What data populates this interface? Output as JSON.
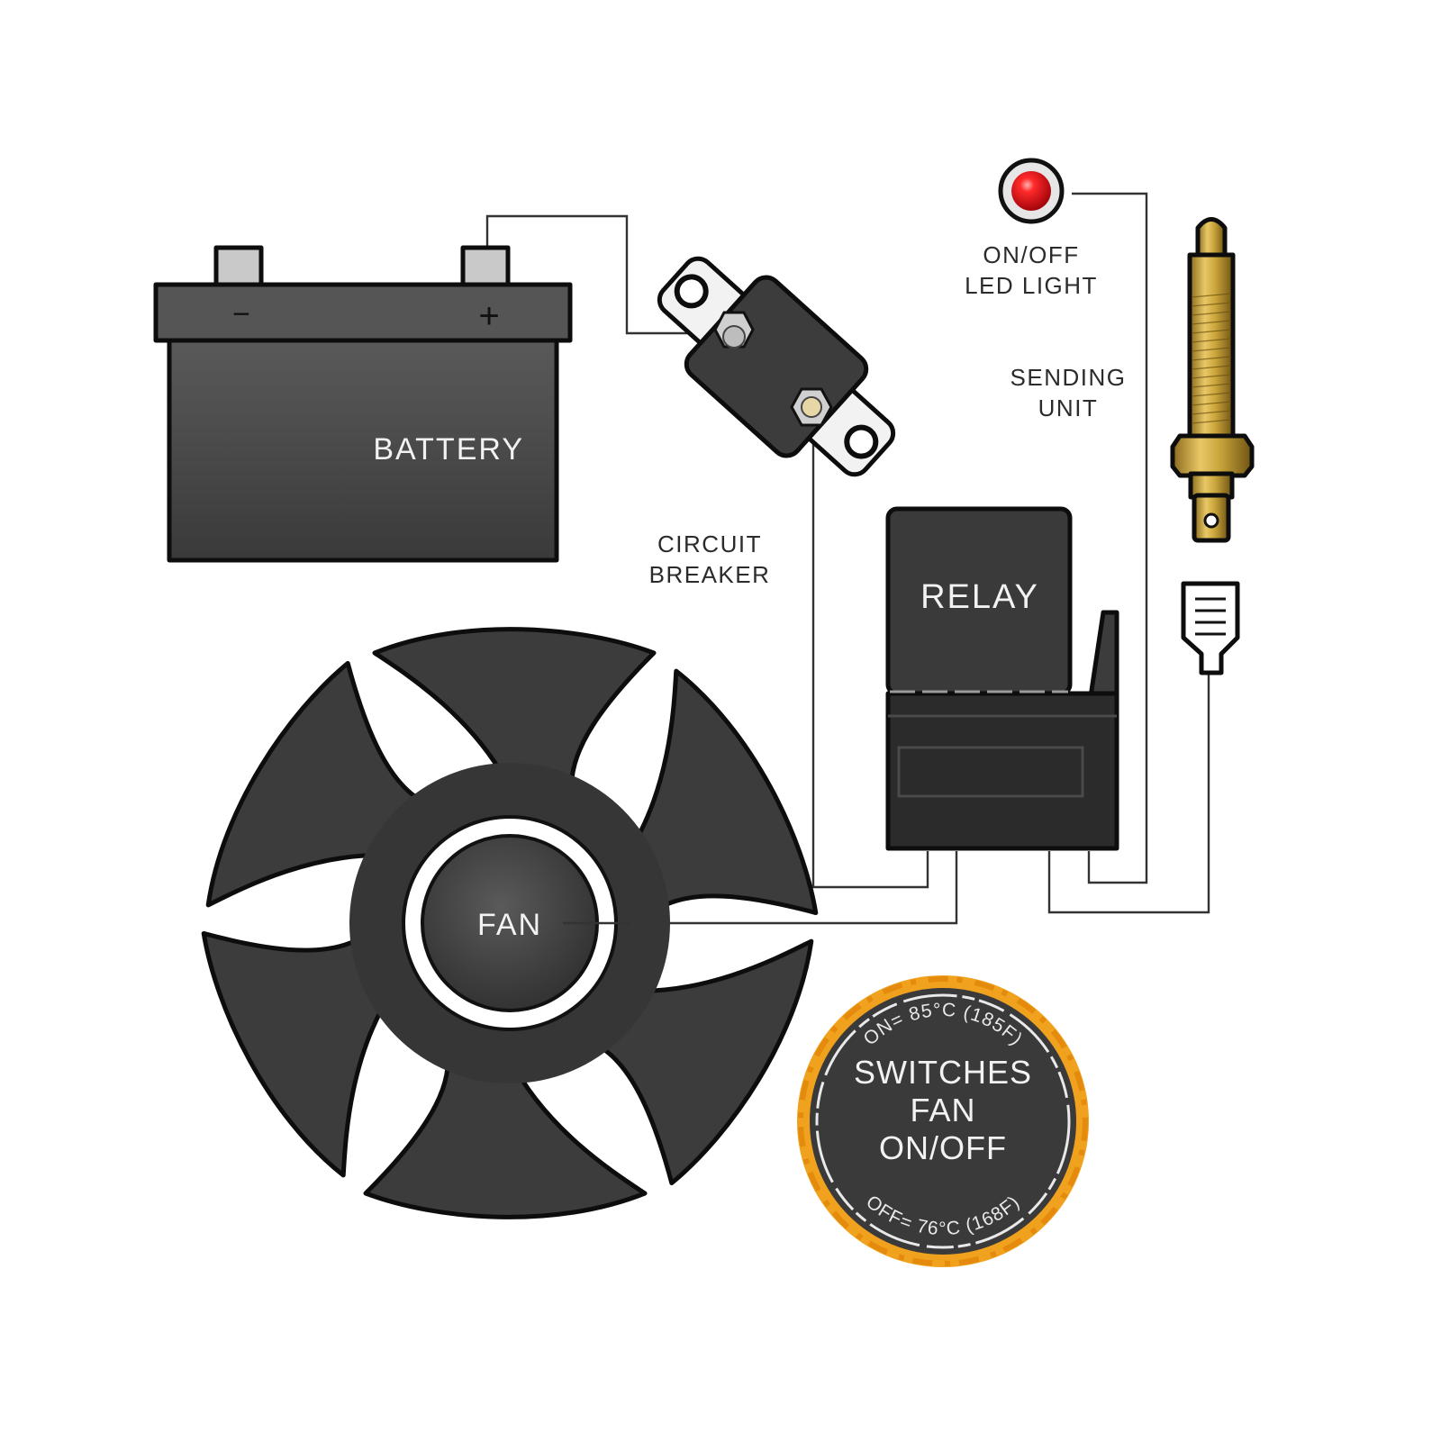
{
  "labels": {
    "battery": "BATTERY",
    "battery_negative": "−",
    "battery_positive": "+",
    "circuit_breaker_line1": "CIRCUIT",
    "circuit_breaker_line2": "BREAKER",
    "led_line1": "ON/OFF",
    "led_line2": "LED LIGHT",
    "sending_unit_line1": "SENDING",
    "sending_unit_line2": "UNIT",
    "relay": "RELAY",
    "fan": "FAN"
  },
  "badge": {
    "top_arc": "ON= 85°C (185F)",
    "line1": "SWITCHES",
    "line2": "FAN",
    "line3": "ON/OFF",
    "bottom_arc": "OFF= 76°C (168F)"
  },
  "colors": {
    "component": "#3c3c3c",
    "outline": "#0d0d0d",
    "led": "#e0141e",
    "brass": "#c9a43a",
    "badge_ring": "#f0a11e",
    "background": "#ffffff"
  }
}
